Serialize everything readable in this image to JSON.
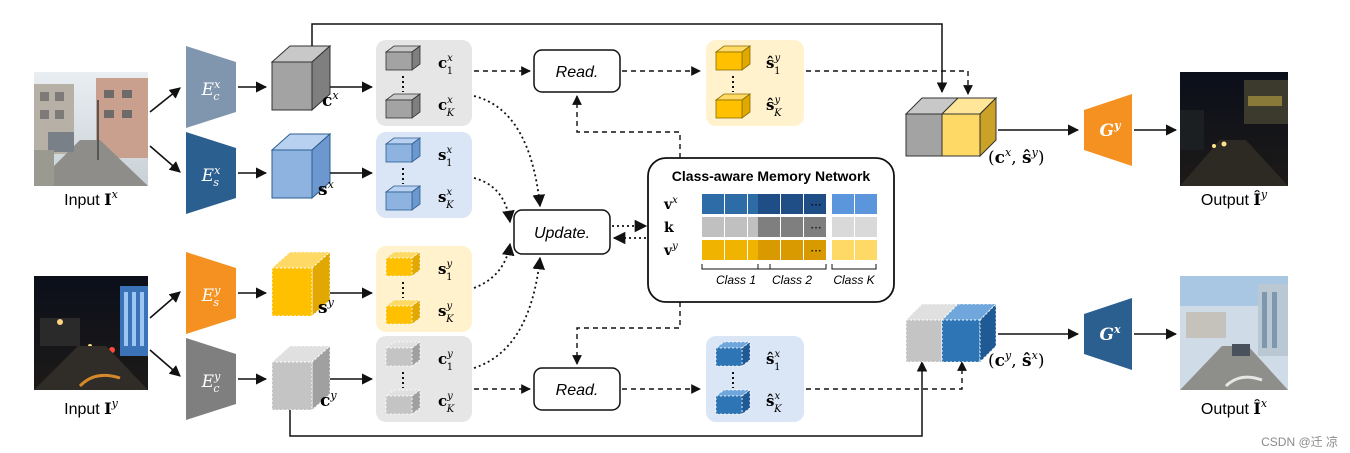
{
  "inputs": {
    "x_prefix": "Input ",
    "x_symbol": "I",
    "x_super": "x",
    "y_prefix": "Input ",
    "y_symbol": "I",
    "y_super": "y"
  },
  "outputs": {
    "y_prefix": "Output ",
    "y_symbol": "Î",
    "y_super": "y",
    "x_prefix": "Output ",
    "x_symbol": "Î",
    "x_super": "x"
  },
  "encoders": {
    "content_x": {
      "base": "E",
      "sup": "x",
      "sub": "c",
      "color": "#8096ae"
    },
    "style_x": {
      "base": "E",
      "sup": "x",
      "sub": "s",
      "color": "#2b5f8f"
    },
    "style_y": {
      "base": "E",
      "sup": "y",
      "sub": "s",
      "color": "#f59120"
    },
    "content_y": {
      "base": "E",
      "sup": "y",
      "sub": "c",
      "color": "#7f7f7f"
    }
  },
  "generators": {
    "y": {
      "base": "G",
      "sup": "y",
      "color": "#f59120"
    },
    "x": {
      "base": "G",
      "sup": "x",
      "color": "#2b5f8f"
    }
  },
  "features": {
    "c_x": {
      "base": "c",
      "sup": "x"
    },
    "s_x": {
      "base": "s",
      "sup": "x"
    },
    "s_y": {
      "base": "s",
      "sup": "y"
    },
    "c_y": {
      "base": "c",
      "sup": "y"
    }
  },
  "groups": {
    "c_x": {
      "top": {
        "base": "c",
        "sup": "x",
        "sub": "1"
      },
      "bottom": {
        "base": "c",
        "sup": "x",
        "sub": "K"
      }
    },
    "s_x": {
      "top": {
        "base": "s",
        "sup": "x",
        "sub": "1"
      },
      "bottom": {
        "base": "s",
        "sup": "x",
        "sub": "K"
      }
    },
    "s_y": {
      "top": {
        "base": "s",
        "sup": "y",
        "sub": "1"
      },
      "bottom": {
        "base": "s",
        "sup": "y",
        "sub": "K"
      }
    },
    "c_y": {
      "top": {
        "base": "c",
        "sup": "y",
        "sub": "1"
      },
      "bottom": {
        "base": "c",
        "sup": "y",
        "sub": "K"
      }
    },
    "s_hat_y": {
      "top": {
        "base": "ŝ",
        "sup": "y",
        "sub": "1"
      },
      "bottom": {
        "base": "ŝ",
        "sup": "y",
        "sub": "K"
      }
    },
    "s_hat_x": {
      "top": {
        "base": "ŝ",
        "sup": "x",
        "sub": "1"
      },
      "bottom": {
        "base": "ŝ",
        "sup": "x",
        "sub": "K"
      }
    }
  },
  "operations": {
    "read_top": "Read.",
    "update": "Update.",
    "read_bottom": "Read."
  },
  "memory": {
    "title": "Class-aware Memory Network",
    "rows": [
      {
        "base": "v",
        "sup": "x"
      },
      {
        "base": "k",
        "sup": ""
      },
      {
        "base": "v",
        "sup": "y"
      }
    ],
    "ellipsis": "···",
    "classes": [
      "Class 1",
      "Class 2",
      "Class K"
    ]
  },
  "combined": {
    "top": {
      "open": "(",
      "c": "c",
      "c_sup": "x",
      "sep": ", ",
      "s": "ŝ",
      "s_sup": "y",
      "close": ")"
    },
    "bottom": {
      "open": "(",
      "c": "c",
      "c_sup": "y",
      "sep": ", ",
      "s": "ŝ",
      "s_sup": "x",
      "close": ")"
    }
  },
  "colors": {
    "gray_cube": "#a3a3a3",
    "blue_cube": "#8eb3e0",
    "yellow_cube": "#ffc000",
    "dark_blue_cube": "#2e75b6",
    "group_gray_bg": "#e6e6e6",
    "group_blue_bg": "#dae5f6",
    "group_yellow_bg": "#fff2cc"
  },
  "watermark": "CSDN @迁 凉"
}
